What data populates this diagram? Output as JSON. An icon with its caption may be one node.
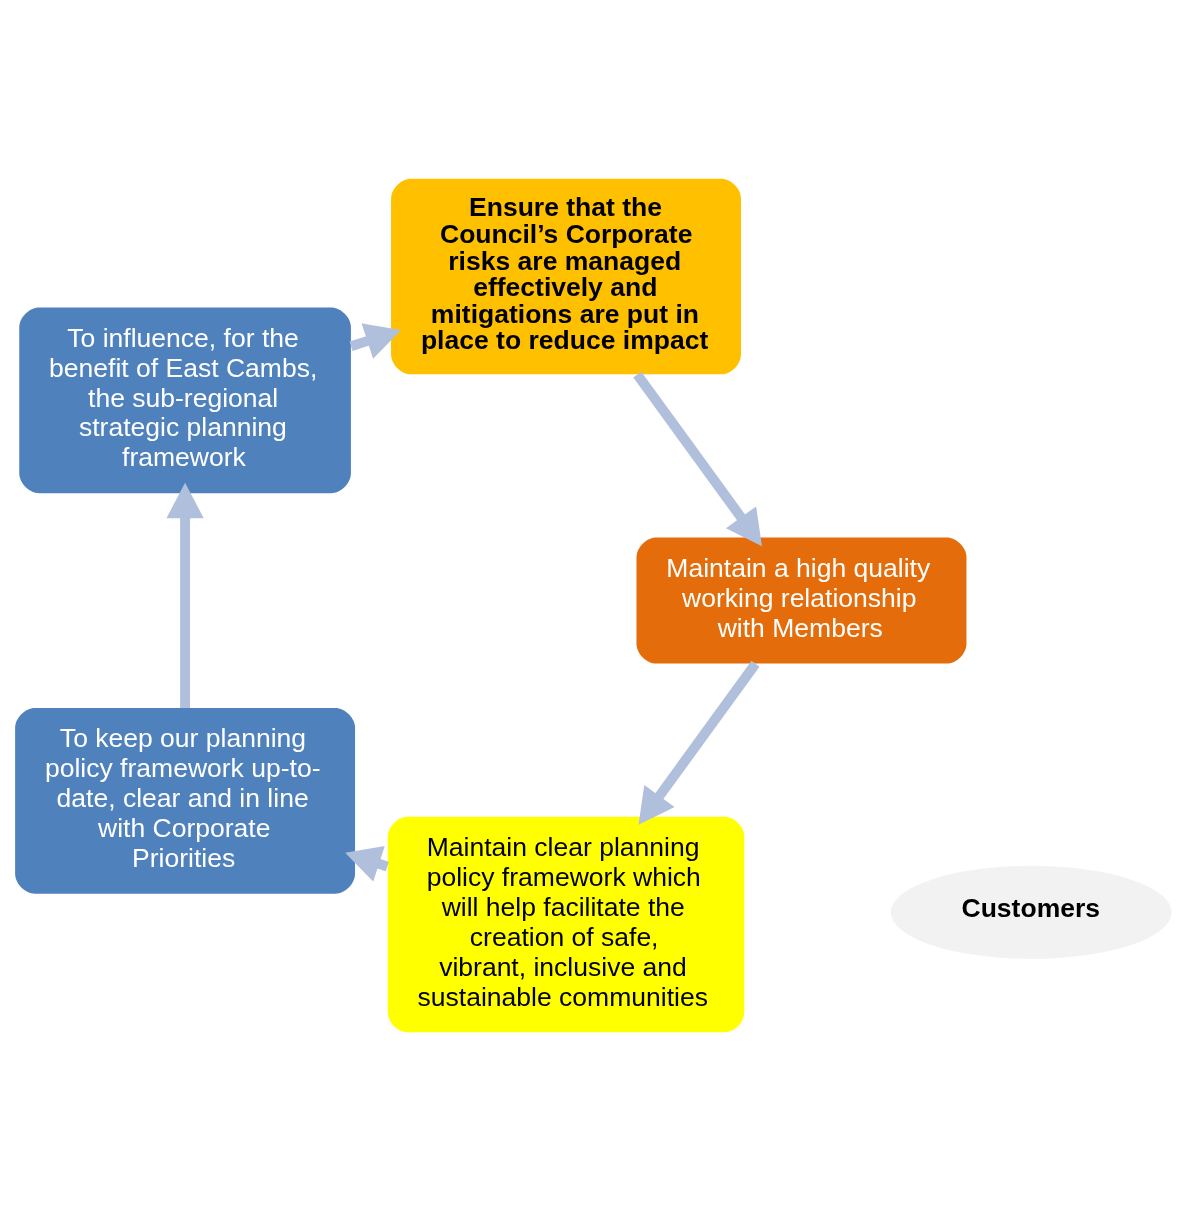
{
  "diagram": {
    "nodes": [
      {
        "text": [
          "Maintain clear planning policy framework which will help facilitate the creation of safe, vibrant, inclusive and sustainable communities"
        ]
      },
      {
        "text": [
          "To keep our planning policy framework up-to-date, clear and in line with Corporate Priorities"
        ]
      },
      {
        "text": [
          "To influence, for the benefit of East Cambs, the sub-regional strategic planning framework"
        ]
      },
      {
        "text": [
          "Ensure that the Council’s Corporate risks are managed effectively and mitigations are put in place to reduce impact"
        ]
      },
      {
        "text": [
          "Maintain a high quality working relationship with Members"
        ]
      },
      {
        "text": [
          "Customers"
        ]
      }
    ],
    "edges": [
      {
        "from": 0,
        "to": 1,
        "arrow": "to"
      },
      {
        "from": 1,
        "to": 2,
        "arrow": "to"
      },
      {
        "from": 2,
        "to": 3,
        "arrow": "to"
      },
      {
        "from": 3,
        "to": 4,
        "arrow": "to"
      },
      {
        "from": 4,
        "to": 0,
        "arrow": "to"
      }
    ]
  }
}
